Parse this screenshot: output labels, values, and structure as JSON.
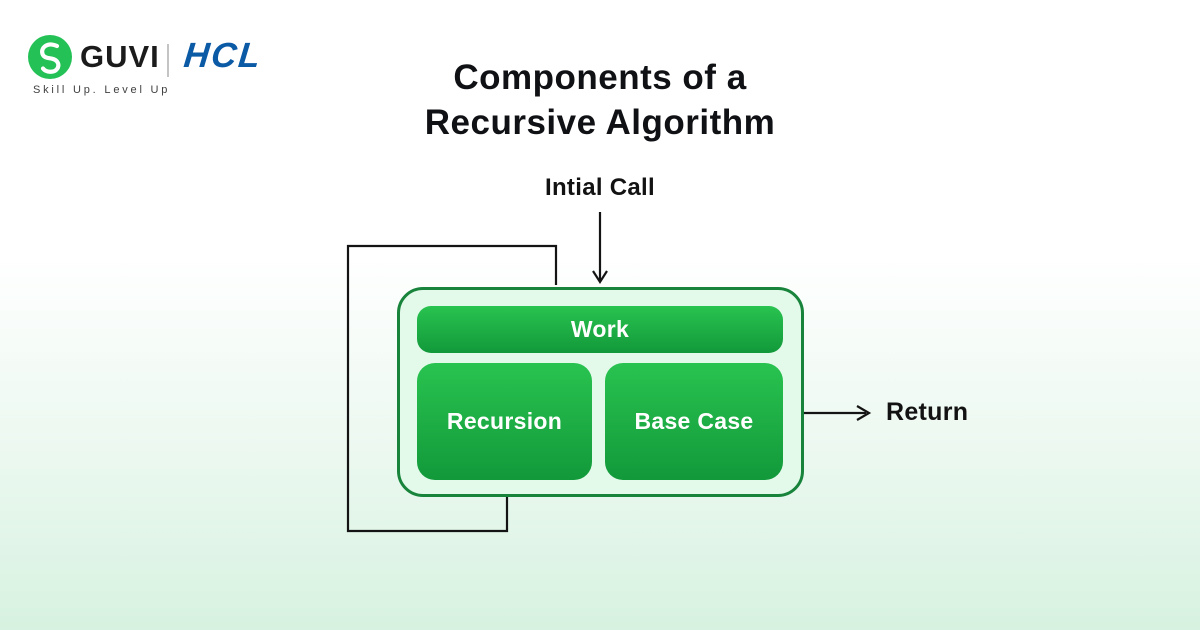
{
  "brand": {
    "guvi": "GUVI",
    "hcl": "HCL",
    "tagline": "Skill Up. Level Up"
  },
  "title": {
    "line1": "Components of a",
    "line2": "Recursive Algorithm"
  },
  "diagram": {
    "initial_call_label": "Intial Call",
    "return_label": "Return",
    "boxes": {
      "work": "Work",
      "recursion": "Recursion",
      "base_case": "Base Case"
    }
  },
  "colors": {
    "guvi-green": "#24c157",
    "hcl-blue": "#0b5aa5",
    "container-border": "#17833b",
    "container-bg": "#e3f9ea",
    "box-grad-top": "#29c350",
    "box-grad-bottom": "#12993a",
    "line-black": "#141414",
    "page-fade-bottom": "#d7f2e0"
  }
}
